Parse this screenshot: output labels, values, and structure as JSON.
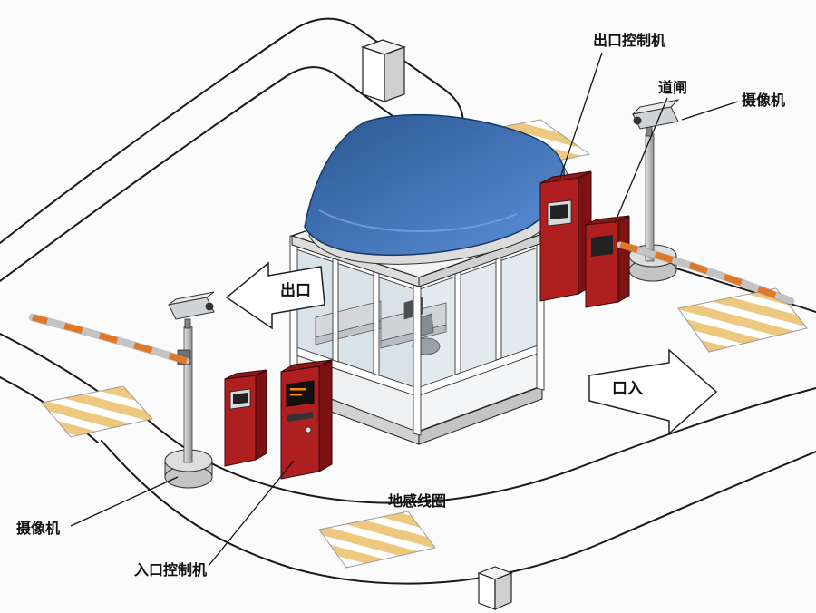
{
  "diagram": {
    "labels": {
      "exit_controller": "出口控制机",
      "barrier_gate": "道闸",
      "camera_right": "摄像机",
      "camera_left": "摄像机",
      "entrance_controller": "入口控制机",
      "ground_loop": "地感线圈"
    },
    "arrows": {
      "exit": "出口",
      "entrance": "口入"
    },
    "colors": {
      "machine_red": "#b01f1f",
      "machine_red_dark": "#7c1312",
      "machine_red_top": "#8f1717",
      "canopy_dark": "#2a5791",
      "canopy_light": "#5b8fd8",
      "stripe_yellow": "#ecc97e",
      "arm_orange": "#e07828",
      "glass_blue": "#d9e2e7",
      "road_line": "#1a1a1a"
    }
  }
}
